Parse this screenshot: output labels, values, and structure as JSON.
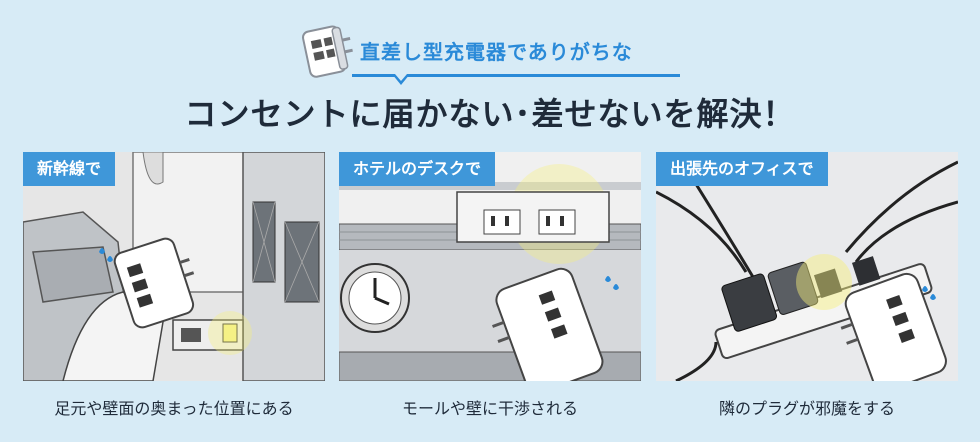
{
  "header": {
    "subtitle": "直差し型充電器でありがちな",
    "headline": "コンセントに届かない･差せないを解決！",
    "icon": "usb-charger-icon"
  },
  "colors": {
    "background": "#d7ebf6",
    "accent": "#3f97d9",
    "subtitle": "#2a8ad8",
    "text": "#1f2b3a"
  },
  "scenes": [
    {
      "tag": "新幹線で",
      "caption": "足元や壁面の奥まった位置にある"
    },
    {
      "tag": "ホテルのデスクで",
      "caption": "モールや壁に干渉される"
    },
    {
      "tag": "出張先のオフィスで",
      "caption": "隣のプラグが邪魔をする"
    }
  ]
}
